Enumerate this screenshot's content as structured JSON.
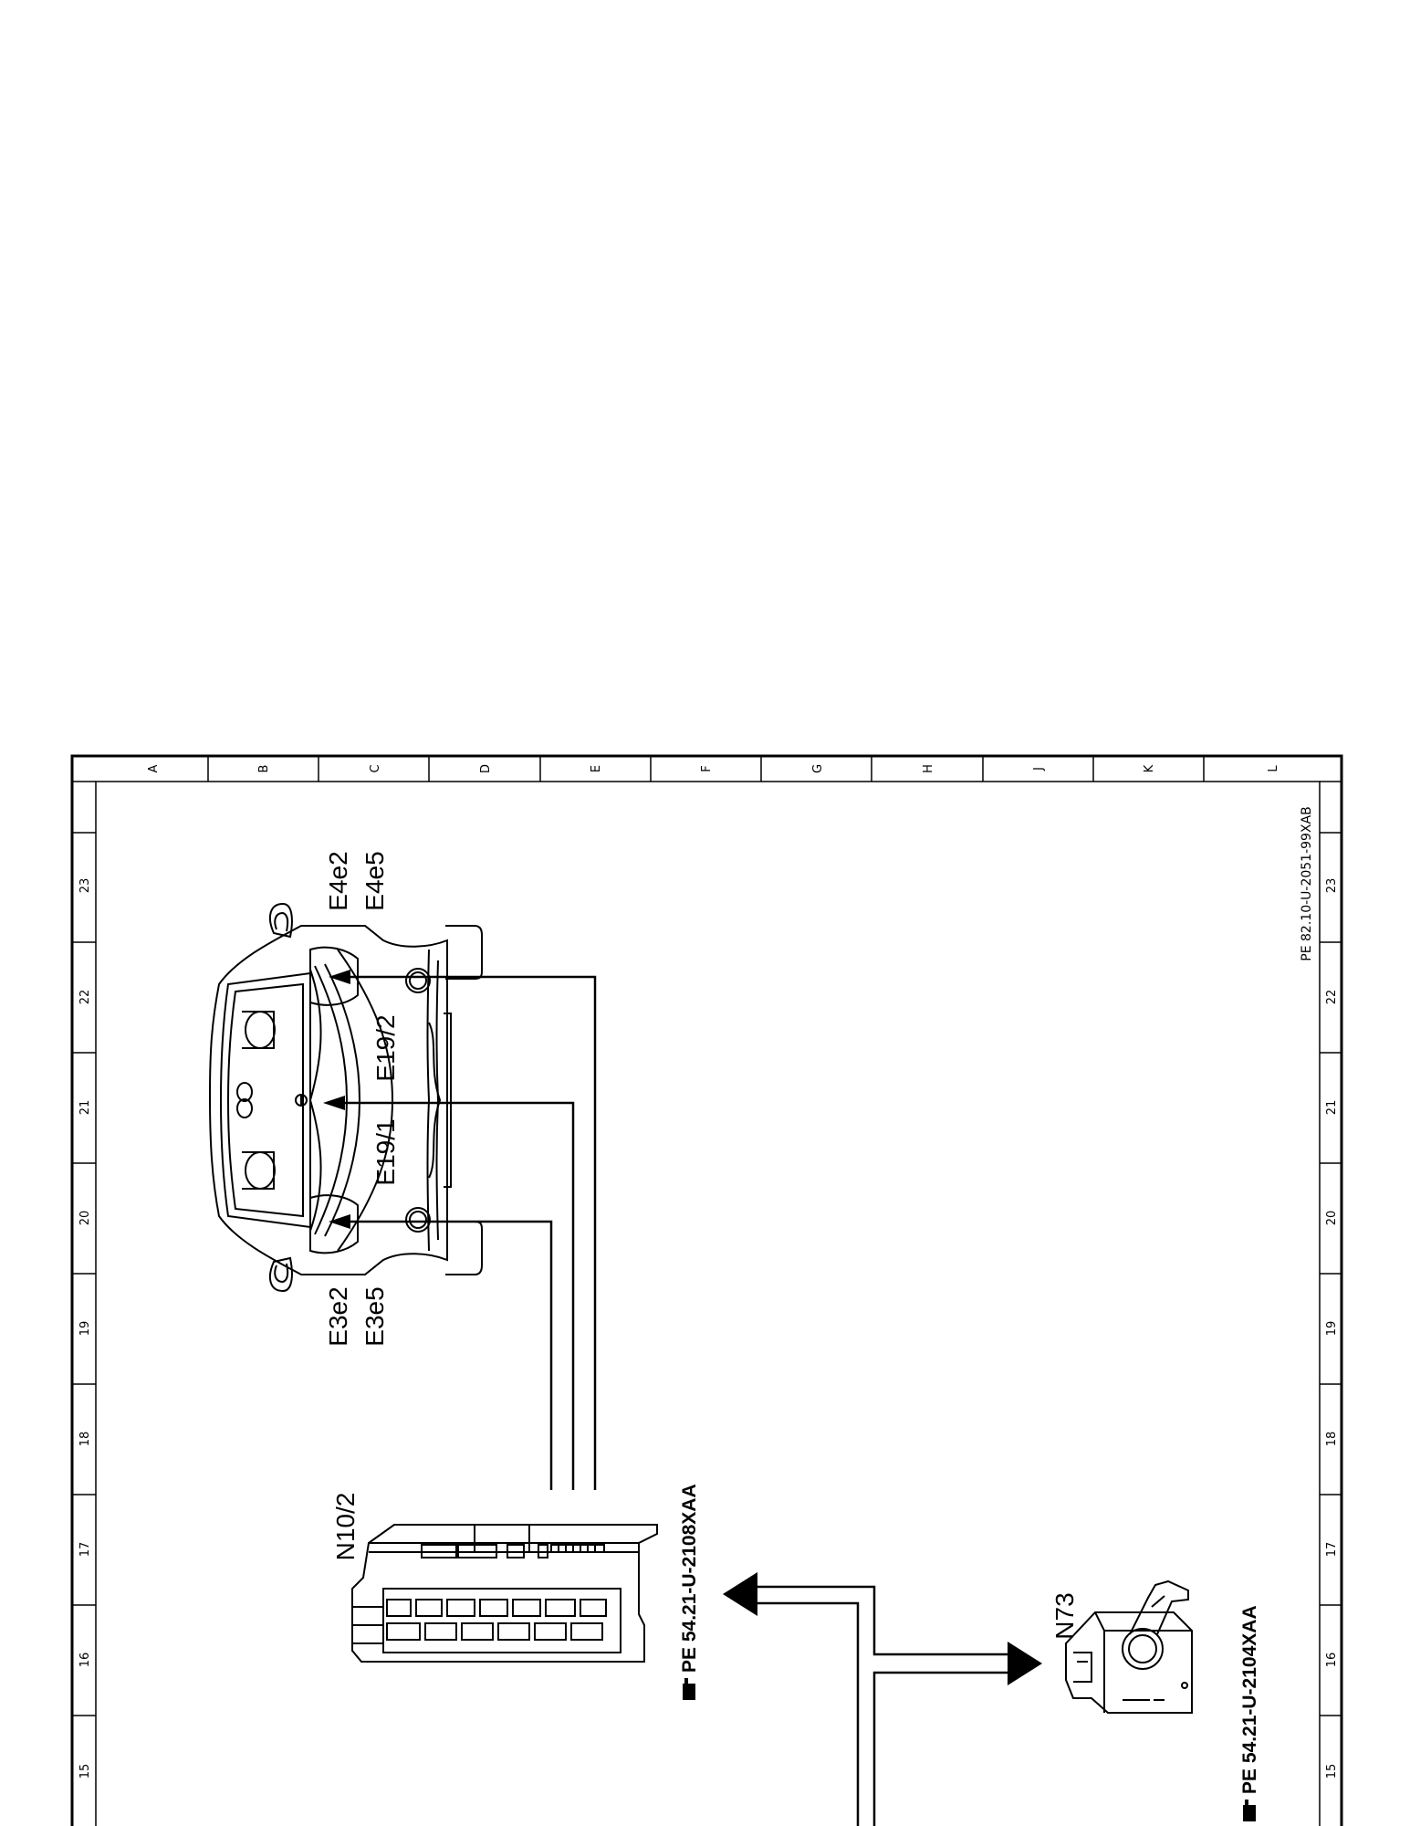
{
  "grid": {
    "columns": [
      "A",
      "B",
      "C",
      "D",
      "E",
      "F",
      "G",
      "H",
      "J",
      "K",
      "L"
    ],
    "rows": [
      "23",
      "22",
      "21",
      "20",
      "19",
      "18",
      "17",
      "16",
      "15"
    ]
  },
  "doc_code": "PE 82.10-U-2051-99XAB",
  "components": {
    "head_left_upper": "E4e2",
    "head_left_lower": "E4e5",
    "head_right_upper": "E3e2",
    "head_right_lower": "E3e5",
    "fog_upper": "E19/2",
    "fog_lower": "E19/1",
    "sam_module": "N10/2",
    "switch_module": "N73"
  },
  "references": {
    "sam_ref": "PE 54.21-U-2108XAA",
    "switch_ref": "PE 54.21-U-2104XAA"
  }
}
